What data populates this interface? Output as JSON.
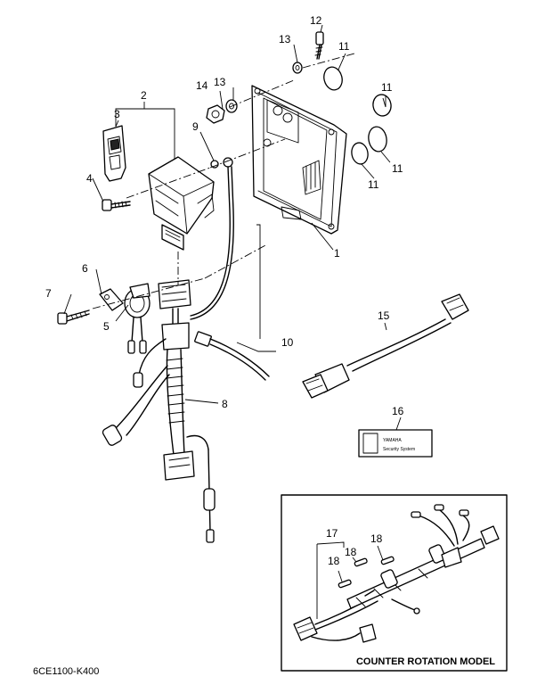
{
  "diagram_code": "6CE1100-K400",
  "inset": {
    "title": "COUNTER ROTATION MODEL"
  },
  "label_sticker": {
    "brand": "YAMAHA",
    "text": "Security System"
  },
  "callouts": {
    "n1": "1",
    "n2": "2",
    "n3": "3",
    "n4": "4",
    "n5": "5",
    "n6": "6",
    "n7": "7",
    "n8": "8",
    "n9": "9",
    "n10": "10",
    "n11a": "11",
    "n11b": "11",
    "n11c": "11",
    "n11d": "11",
    "n12": "12",
    "n13a": "13",
    "n13b": "13",
    "n14": "14",
    "n15": "15",
    "n16": "16",
    "n17": "17",
    "n18a": "18",
    "n18b": "18",
    "n18c": "18"
  }
}
